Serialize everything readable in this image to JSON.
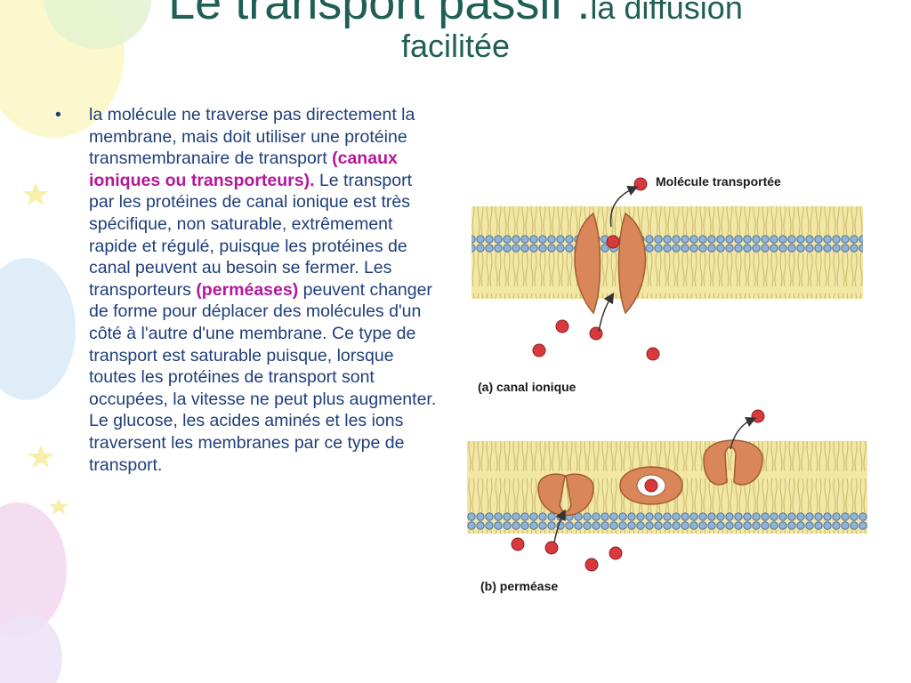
{
  "slide": {
    "title_main": "Le transport passif :",
    "title_sub": "la diffusion",
    "title_line2": "facilitée",
    "bullet_glyph": "•",
    "paragraph": {
      "t1": "la molécule ne traverse pas directement la membrane, mais doit utiliser une protéine transmembranaire de transport ",
      "h1": "(canaux ioniques ou transporteurs).",
      "t2": " Le transport par les protéines de canal ionique est très spécifique, non saturable, extrêmement rapide et régulé, puisque les protéines de canal peuvent au besoin se fermer. Les transporteurs ",
      "h2": "(perméases)",
      "t3": " peuvent changer de forme pour déplacer des molécules d'un côté à l'autre d'une membrane. Ce type de transport est saturable puisque, lorsque toutes les protéines de transport sont occupées, la vitesse ne peut plus augmenter. Le glucose, les acides aminés et les ions traversent les membranes par ce type de transport."
    }
  },
  "figure": {
    "molecule_label": "Molécule transportée",
    "caption_a": "(a) canal ionique",
    "caption_b": "(b) perméase"
  },
  "colors": {
    "title": "#1f5f55",
    "text": "#1f3e7a",
    "highlight": "#b5179a",
    "protein": "#d9875a",
    "molecule": "#d8393c",
    "lipid_head": "#8fb4d8",
    "lipid_tail": "#f3e7a6"
  }
}
